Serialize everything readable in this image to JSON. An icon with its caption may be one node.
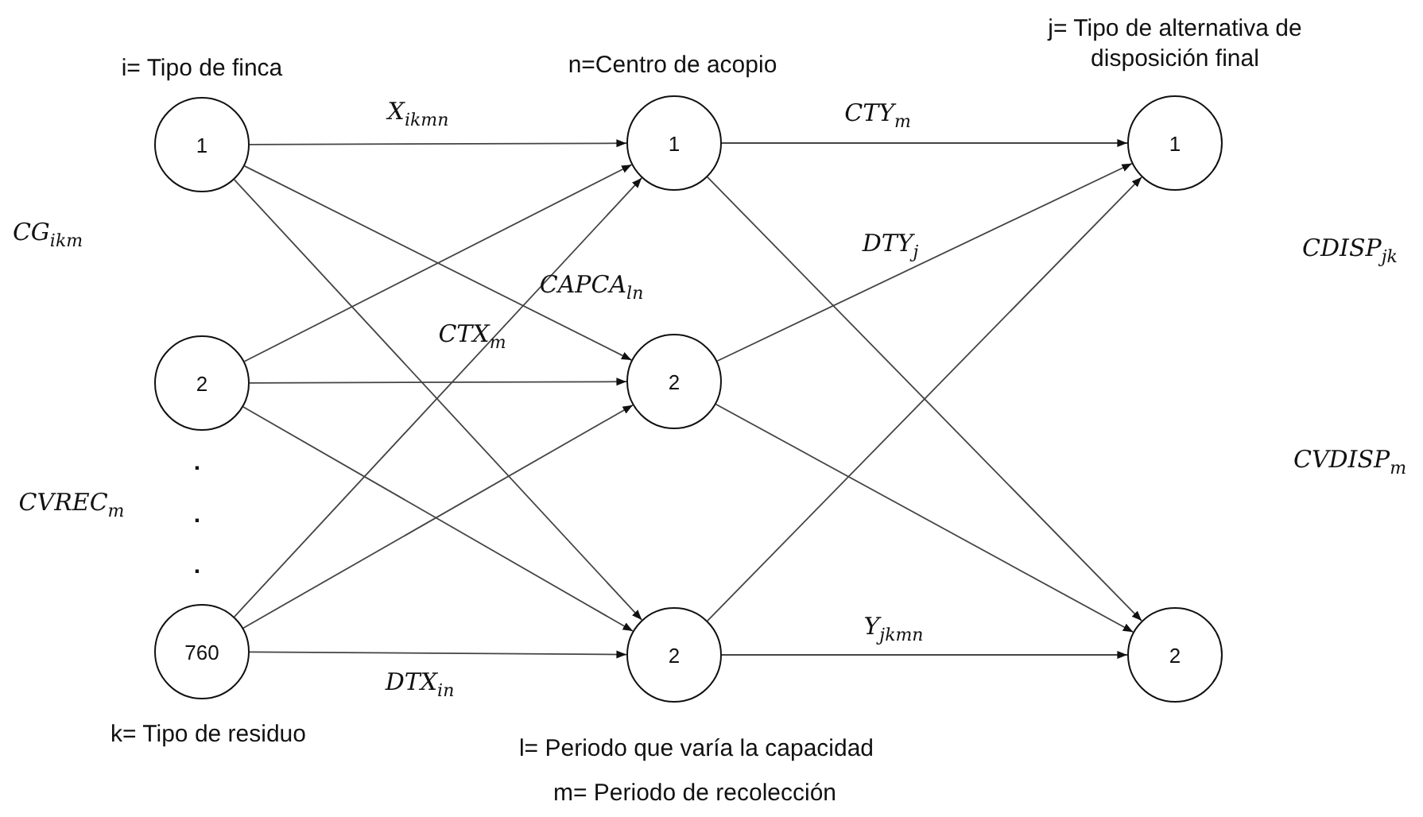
{
  "diagram": {
    "nodes": [
      {
        "text": [
          "1"
        ]
      },
      {
        "text": [
          "2"
        ]
      },
      {
        "text": [
          "760"
        ]
      },
      {
        "text": [
          "1"
        ]
      },
      {
        "text": [
          "2"
        ]
      },
      {
        "text": [
          "2"
        ]
      },
      {
        "text": [
          "1"
        ]
      },
      {
        "text": [
          "2"
        ]
      }
    ],
    "edges": [
      {
        "from": 0,
        "to": 3,
        "arrow": "to"
      },
      {
        "from": 0,
        "to": 4,
        "arrow": "to"
      },
      {
        "from": 0,
        "to": 5,
        "arrow": "to"
      },
      {
        "from": 1,
        "to": 3,
        "arrow": "to"
      },
      {
        "from": 1,
        "to": 4,
        "arrow": "to"
      },
      {
        "from": 1,
        "to": 5,
        "arrow": "to"
      },
      {
        "from": 2,
        "to": 3,
        "arrow": "to"
      },
      {
        "from": 2,
        "to": 4,
        "arrow": "to"
      },
      {
        "from": 2,
        "to": 5,
        "arrow": "to"
      },
      {
        "from": 3,
        "to": 6,
        "arrow": "to"
      },
      {
        "from": 3,
        "to": 7,
        "arrow": "to"
      },
      {
        "from": 4,
        "to": 6,
        "arrow": "to"
      },
      {
        "from": 4,
        "to": 7,
        "arrow": "to"
      },
      {
        "from": 5,
        "to": 6,
        "arrow": "to"
      },
      {
        "from": 5,
        "to": 7,
        "arrow": "to"
      }
    ],
    "labels": [
      "j= Tipo de alternativa de disposición final",
      "i= Tipo de finca",
      "n=Centro de acopio",
      "CTY$_{m}$",
      "X$_{ikmn}$",
      "CG$_{ikm}$",
      "DTY$_{j}$",
      "CDISP$_{jk}$",
      "CAPCA$_{ln}$",
      "CTX$_{m}$",
      "CVDISP$_{m}$",
      ".",
      ".",
      "CVREC$_{m}$",
      ".",
      "Y$_{jkmn}$",
      "DTX$_{in}$",
      "k= Tipo de residuo",
      "l= Periodo que varía la capacidad",
      "m= Periodo de recolección"
    ]
  }
}
